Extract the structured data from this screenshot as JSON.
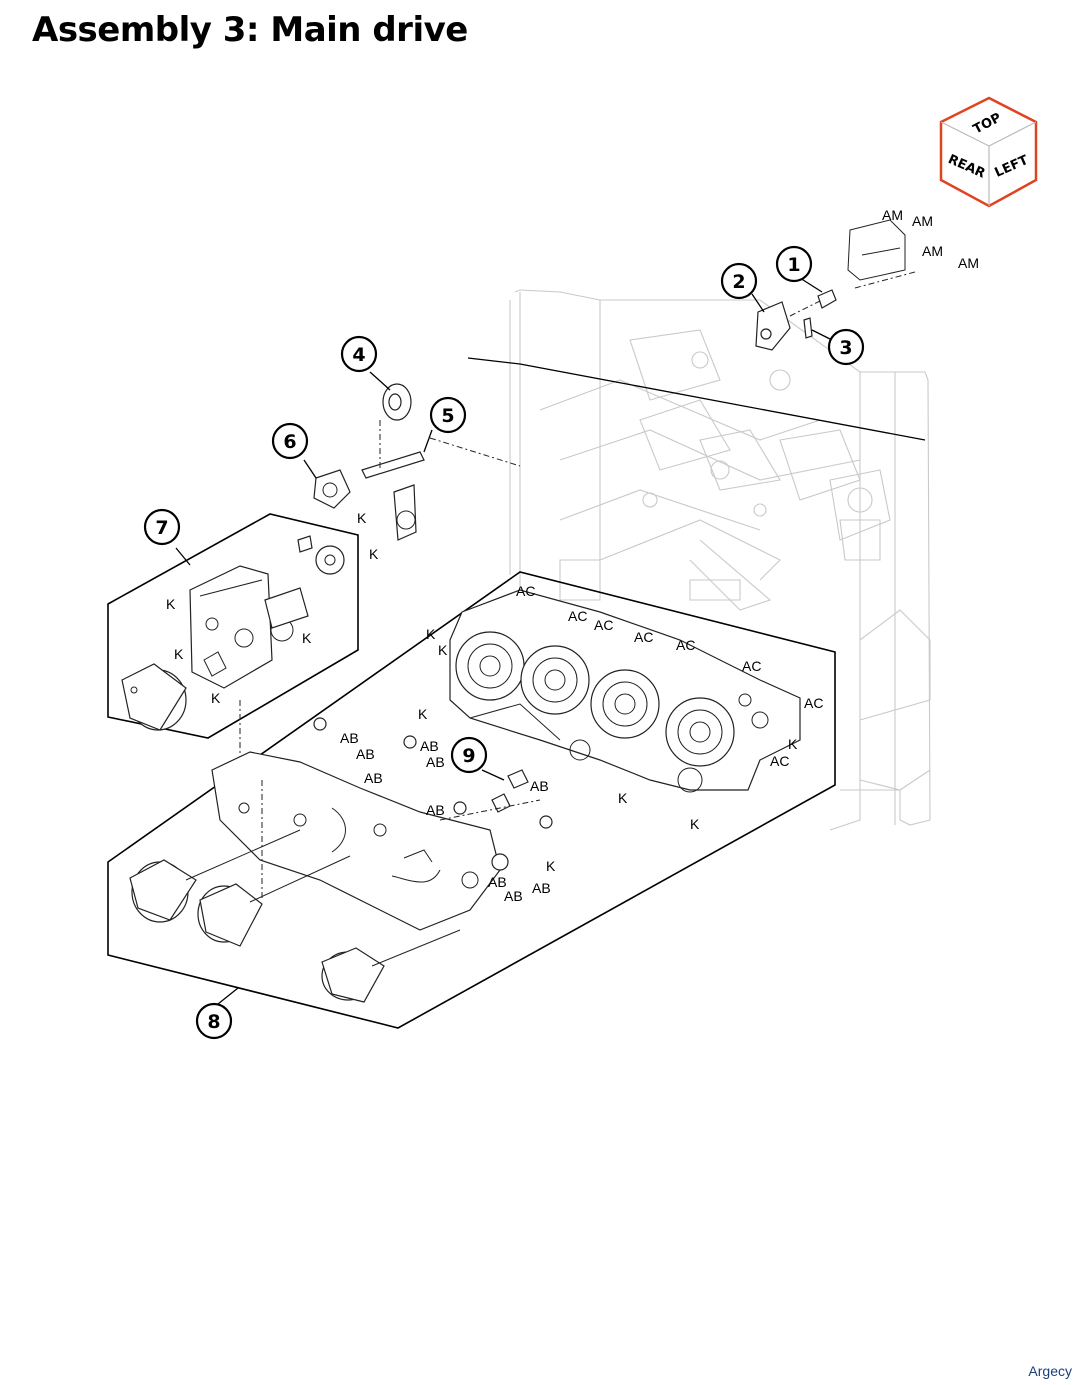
{
  "title": "Assembly 3: Main drive",
  "orientation_cube": {
    "top": "TOP",
    "rear": "REAR",
    "left": "LEFT",
    "accent_color": "#e0431f"
  },
  "callouts": [
    "1",
    "2",
    "3",
    "4",
    "5",
    "6",
    "7",
    "8",
    "9"
  ],
  "ref_labels": {
    "am": "AM",
    "ac": "AC",
    "ab": "AB",
    "k": "K"
  },
  "watermark": "Argecy"
}
